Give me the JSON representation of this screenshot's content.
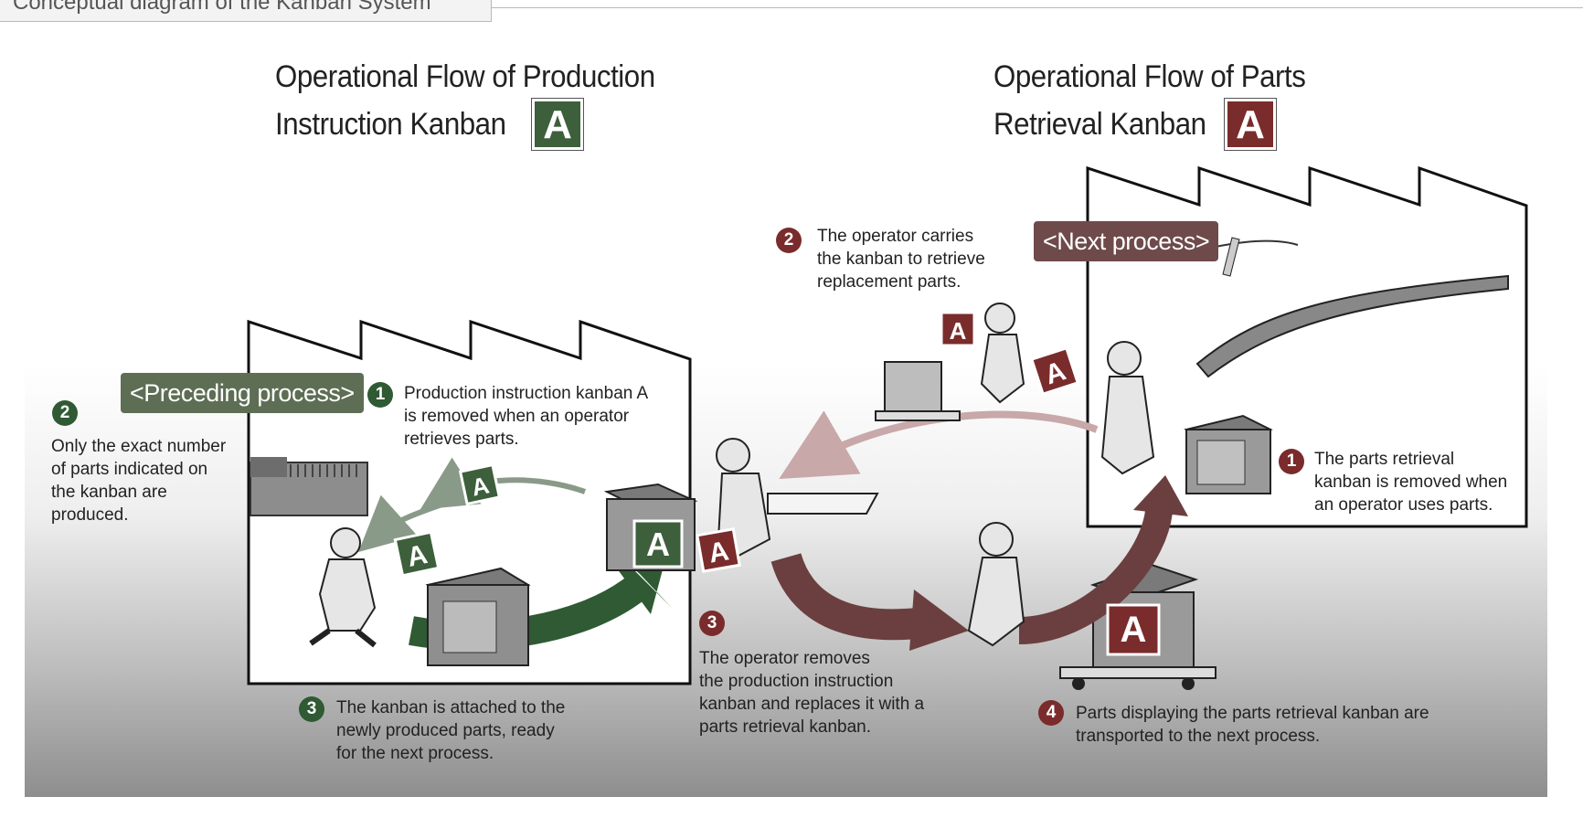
{
  "header": {
    "tab_label": "Conceptual diagram of the Kanban System"
  },
  "titles": {
    "production": "Operational Flow of Production\nInstruction Kanban",
    "retrieval": "Operational Flow of Parts\nRetrieval Kanban",
    "badge_letter": "A"
  },
  "processes": {
    "preceding": "<Preceding process>",
    "next": "<Next  process>"
  },
  "steps_production": [
    {
      "number": "1",
      "text": "Production instruction kanban A\nis removed when an operator\nretrieves parts."
    },
    {
      "number": "2",
      "text": "Only the exact number\nof parts indicated on\nthe kanban are\nproduced."
    },
    {
      "number": "3",
      "text": "The kanban is attached to the\nnewly produced parts, ready\nfor the next process."
    }
  ],
  "steps_retrieval": [
    {
      "number": "1",
      "text": "The parts retrieval\nkanban is removed when\nan operator uses parts."
    },
    {
      "number": "2",
      "text": "The operator carries\nthe kanban to retrieve\nreplacement parts."
    },
    {
      "number": "3",
      "text": "The operator removes\nthe production instruction\nkanban and replaces it with a\nparts retrieval kanban."
    },
    {
      "number": "4",
      "text": "Parts displaying the parts retrieval kanban are\ntransported to the next  process."
    }
  ],
  "colors": {
    "production_green": "#3d5f3b",
    "retrieval_red": "#7a2b2b",
    "arrow_brown": "#6b3f3f"
  }
}
